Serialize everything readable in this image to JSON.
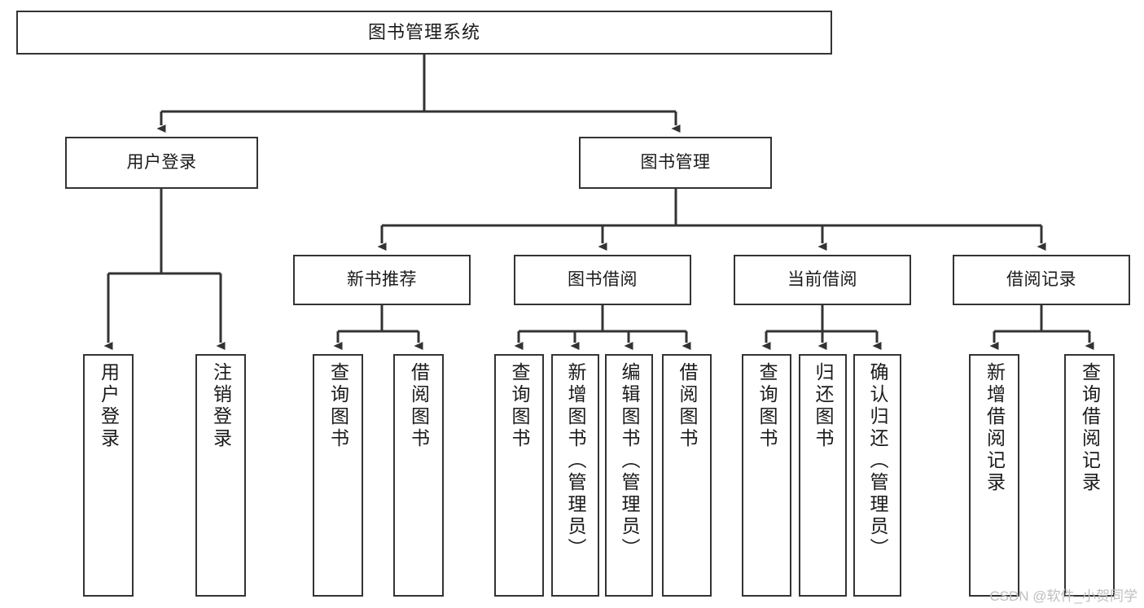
{
  "diagram": {
    "title": "图书管理系统",
    "type": "tree-hierarchy-chart",
    "colors": {
      "box_border": "#333333",
      "box_fill": "#ffffff",
      "connector": "#333333",
      "text": "#1a1a1a",
      "watermark": "#bfbfbf",
      "background": "#ffffff"
    },
    "nodes": {
      "root": {
        "label": "图书管理系统"
      },
      "level2": [
        {
          "label": "用户登录"
        },
        {
          "label": "图书管理"
        }
      ],
      "level3": [
        {
          "label": "新书推荐"
        },
        {
          "label": "图书借阅"
        },
        {
          "label": "当前借阅"
        },
        {
          "label": "借阅记录"
        }
      ],
      "leaves": {
        "user_login": [
          {
            "label": "用户登录"
          },
          {
            "label": "注销登录"
          }
        ],
        "new_book_recommend": [
          {
            "label": "查询图书"
          },
          {
            "label": "借阅图书"
          }
        ],
        "book_borrow": [
          {
            "label": "查询图书"
          },
          {
            "label": "新增图书（管理员）"
          },
          {
            "label": "编辑图书（管理员）"
          },
          {
            "label": "借阅图书"
          }
        ],
        "current_borrow": [
          {
            "label": "查询图书"
          },
          {
            "label": "归还图书"
          },
          {
            "label": "确认归还（管理员）"
          }
        ],
        "borrow_record": [
          {
            "label": "新增借阅记录"
          },
          {
            "label": "查询借阅记录"
          }
        ]
      }
    },
    "watermark": "CSDN @软件_小贺同学"
  }
}
